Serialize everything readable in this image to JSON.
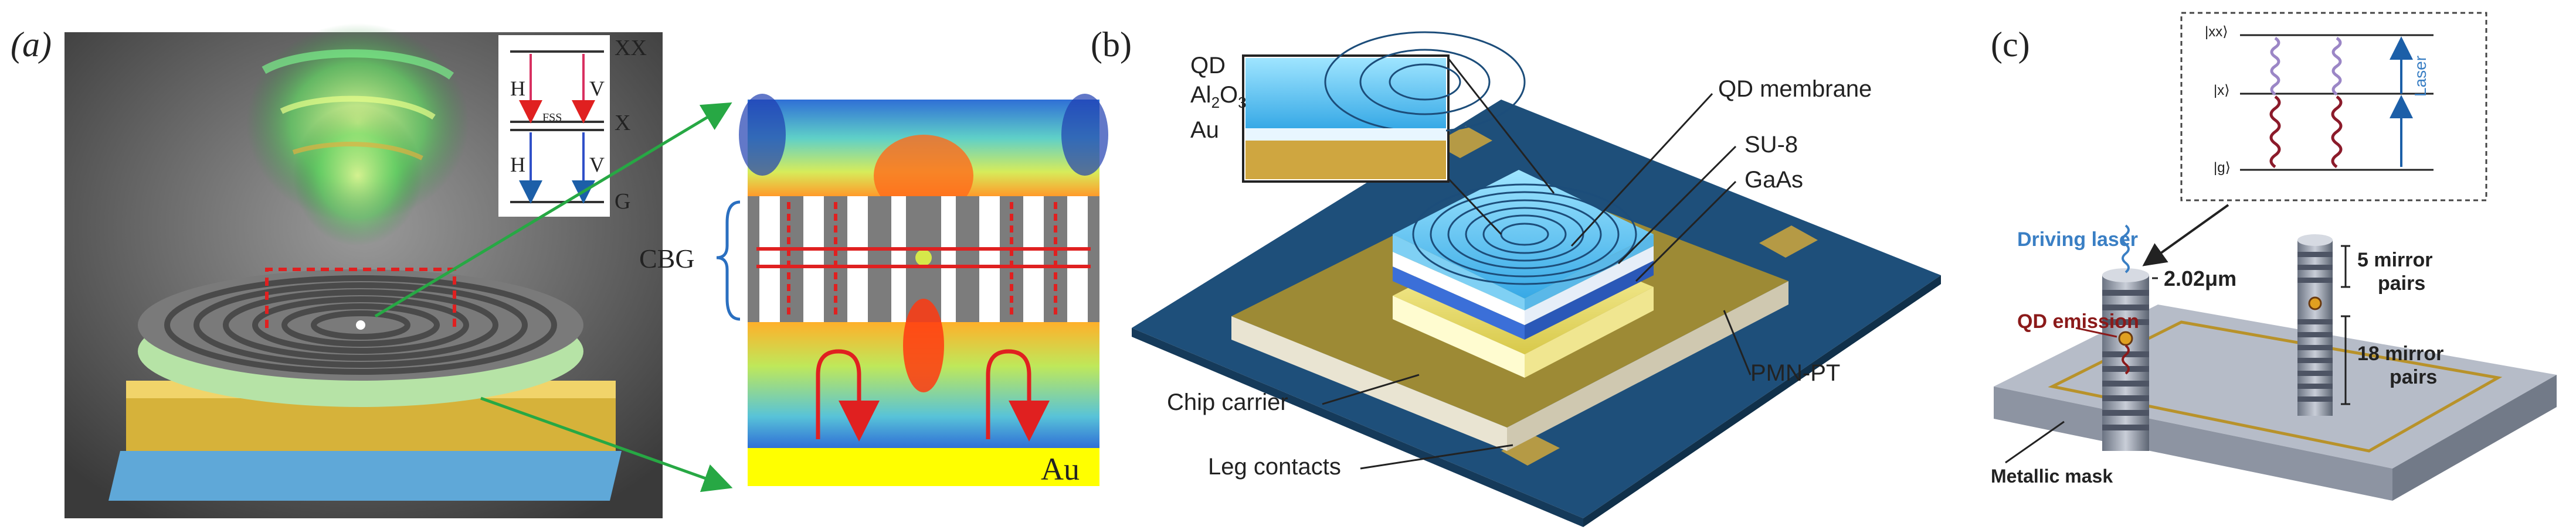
{
  "panel_a": {
    "label": "(a)",
    "levels": {
      "xx": "XX",
      "x": "X",
      "g": "G",
      "fss": "FSS"
    },
    "transitions": {
      "h_upper": "H",
      "v_upper": "V",
      "h_lower": "H",
      "v_lower": "V"
    },
    "cbg_label": "CBG",
    "au_label": "Au"
  },
  "panel_b": {
    "label": "(b)",
    "inset": {
      "qd": "QD",
      "al2o3_main": "Al",
      "al2o3_sub1": "2",
      "al2o3_mid": "O",
      "al2o3_sub2": "3",
      "au": "Au"
    },
    "labels": {
      "qd_membrane": "QD membrane",
      "su8": "SU-8",
      "gaas": "GaAs",
      "pmn_pt": "PMN-PT",
      "chip_carrier": "Chip carrier",
      "leg_contacts": "Leg contacts"
    }
  },
  "panel_c": {
    "label": "(c)",
    "inset": {
      "xx": "|xx⟩",
      "x": "|x⟩",
      "g": "|g⟩",
      "laser": "Laser"
    },
    "labels": {
      "driving_laser": "Driving laser",
      "diameter": "2.02μm",
      "qd_emission": "QD emission",
      "mirror_top_1": "5 mirror",
      "mirror_top_2": "pairs",
      "mirror_bottom_1": "18 mirror",
      "mirror_bottom_2": "pairs",
      "metallic_mask": "Metallic mask"
    },
    "colors": {
      "driving_laser": "#3a7fc4",
      "qd_emission": "#8b1a1a",
      "laser": "#3a7fc4"
    }
  }
}
